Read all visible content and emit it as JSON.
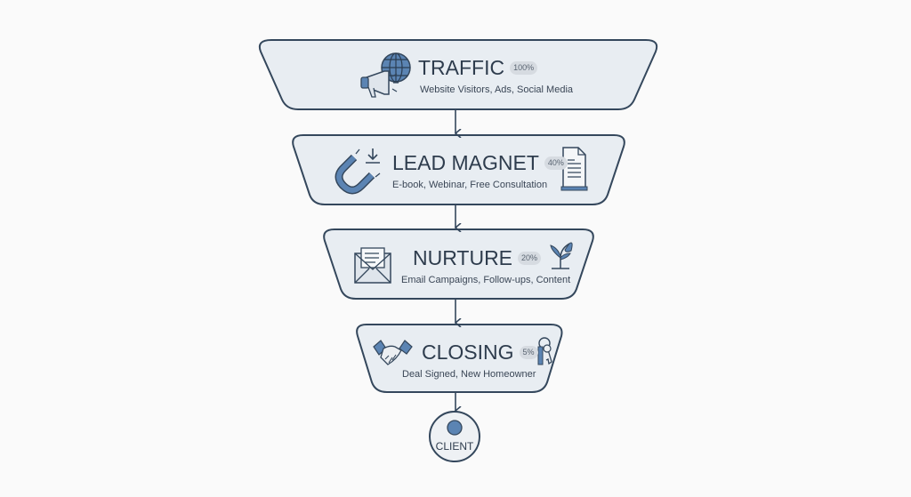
{
  "stages": [
    {
      "title": "TRAFFIC",
      "percent": "100%",
      "subtitle": "Website Visitors, Ads, Social Media",
      "icons": [
        "globe-icon",
        "megaphone-icon"
      ]
    },
    {
      "title": "LEAD MAGNET",
      "percent": "40%",
      "subtitle": "E-book, Webinar, Free Consultation",
      "icons": [
        "magnet-icon",
        "download-icon",
        "document-icon"
      ]
    },
    {
      "title": "NURTURE",
      "percent": "20%",
      "subtitle": "Email Campaigns, Follow-ups, Content",
      "icons": [
        "envelope-icon",
        "sprout-icon"
      ]
    },
    {
      "title": "CLOSING",
      "percent": "5%",
      "subtitle": "Deal Signed, New Homeowner",
      "icons": [
        "handshake-icon",
        "keys-icon"
      ]
    }
  ],
  "end": {
    "label": "CLIENT",
    "icon": "dollar-coin-icon"
  },
  "colors": {
    "fill": "#e8edf2",
    "stroke": "#34475c",
    "accent": "#4f79a8"
  }
}
